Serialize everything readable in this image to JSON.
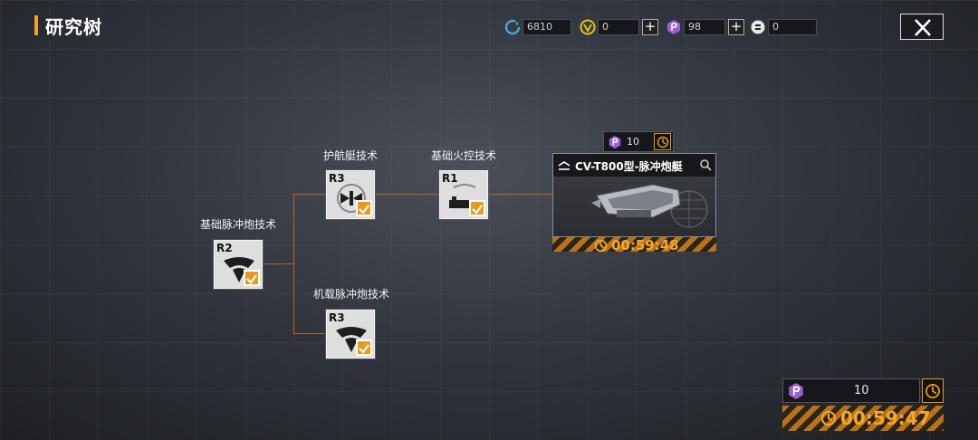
{
  "header": {
    "title": "研究树"
  },
  "resources": [
    {
      "name": "credits",
      "icon": "refresh-coin-icon",
      "value": "6810",
      "color": "#4fa3e0"
    },
    {
      "name": "gold",
      "icon": "gold-coin-icon",
      "value": "0",
      "color": "#e3c21b"
    },
    {
      "name": "premium",
      "icon": "purple-gem-icon",
      "value": "98",
      "color": "#9a5fd6"
    },
    {
      "name": "energy",
      "icon": "white-token-icon",
      "value": "0",
      "color": "#e8e8e8"
    }
  ],
  "nodes": [
    {
      "id": "basic-pulse-cannon",
      "label": "基础脉冲炮技术",
      "rank": "R2",
      "icon": "shield-wing-icon",
      "completed": true
    },
    {
      "id": "escort-ship",
      "label": "护航艇技术",
      "rank": "R3",
      "icon": "gear-cross-icon",
      "completed": true
    },
    {
      "id": "basic-fire-control",
      "label": "基础火控技术",
      "rank": "R1",
      "icon": "turret-icon",
      "completed": true
    },
    {
      "id": "carrier-pulse-cannon",
      "label": "机载脉冲炮技术",
      "rank": "R3",
      "icon": "shield-wing-icon",
      "completed": true
    }
  ],
  "research_card": {
    "name": "CV-T800型-脉冲炮艇",
    "cost": "10",
    "timer": "00:59:48",
    "rank_icon": "chevron-rank-icon"
  },
  "queue_panel": {
    "cost": "10",
    "timer": "00:59:47"
  },
  "colors": {
    "accent": "#f0a030",
    "connector": "#b86422",
    "purple": "#9a5fd6"
  }
}
